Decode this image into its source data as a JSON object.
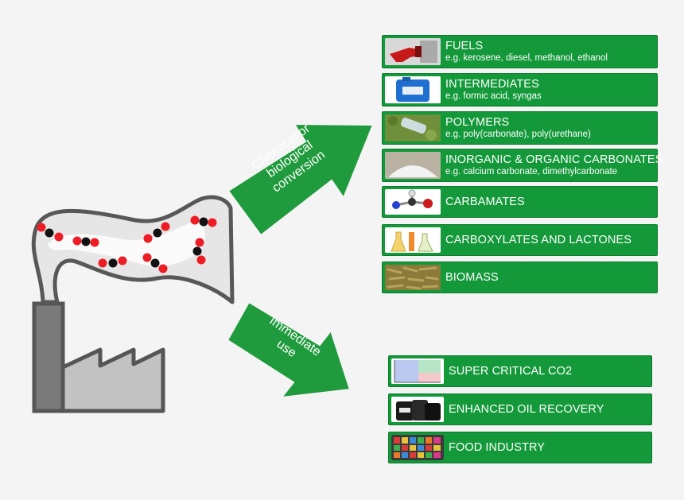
{
  "arrows": {
    "upper": [
      "Chemical or",
      "biological",
      "conversion"
    ],
    "lower": [
      "Immediate",
      "use"
    ]
  },
  "chemical_products": [
    {
      "title": "FUELS",
      "subtitle": "e.g. kerosene, diesel, methanol, ethanol",
      "icon": "fuel-nozzle-icon"
    },
    {
      "title": "INTERMEDIATES",
      "subtitle": "e.g. formic acid, syngas",
      "icon": "chemical-drum-icon"
    },
    {
      "title": "POLYMERS",
      "subtitle": "e.g. poly(carbonate), poly(urethane)",
      "icon": "plastic-bottle-icon"
    },
    {
      "title": "INORGANIC & ORGANIC CARBONATES",
      "subtitle": "e.g.  calcium carbonate, dimethylcarbonate",
      "icon": "powder-pile-icon"
    },
    {
      "title": "CARBAMATES",
      "subtitle": "",
      "icon": "molecule-model-icon"
    },
    {
      "title": "CARBOXYLATES AND LACTONES",
      "subtitle": "",
      "icon": "lab-flasks-icon"
    },
    {
      "title": "BIOMASS",
      "subtitle": "",
      "icon": "biomass-pellets-icon"
    }
  ],
  "immediate_uses": [
    {
      "title": "SUPER CRITICAL CO2",
      "icon": "phase-diagram-icon"
    },
    {
      "title": "ENHANCED OIL RECOVERY",
      "icon": "oil-barrels-icon"
    },
    {
      "title": "FOOD INDUSTRY",
      "icon": "shop-shelves-icon"
    }
  ],
  "colors": {
    "box_green": "#14993a",
    "arrow_green": "#1f9a3c",
    "factory_gray": "#8a8a8a",
    "molecule_red": "#ee1c25",
    "molecule_black": "#111111"
  }
}
